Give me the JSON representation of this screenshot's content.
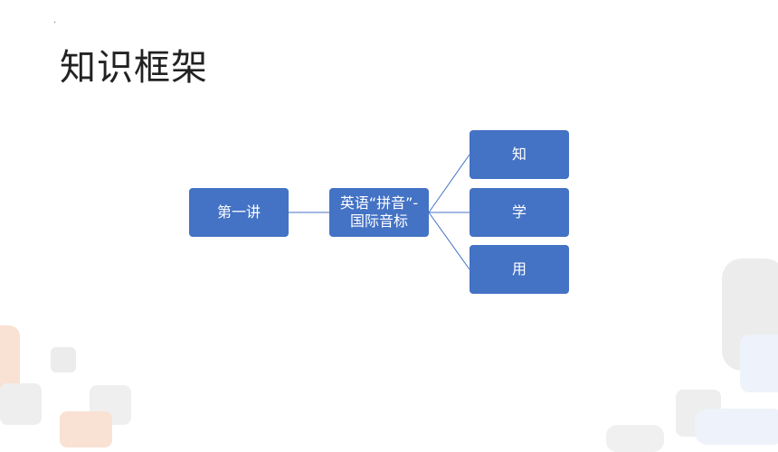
{
  "slide": {
    "title": "知识框架"
  },
  "diagram": {
    "root": "第一讲",
    "middle_line1": "英语“拼音”-",
    "middle_line2": "国际音标",
    "leaves": [
      "知",
      "学",
      "用"
    ]
  },
  "colors": {
    "node_fill": "#4472c4",
    "connector": "#4472c4",
    "title_text": "#222222"
  }
}
